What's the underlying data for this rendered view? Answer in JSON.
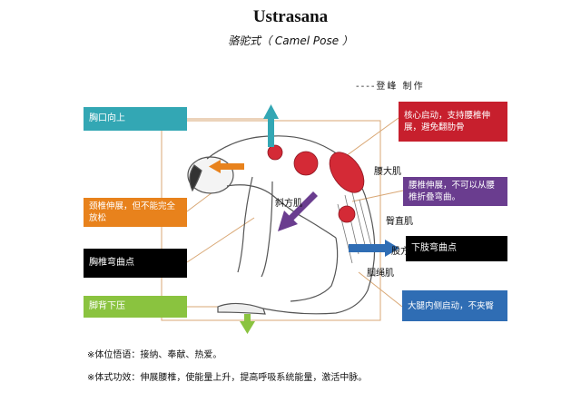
{
  "header": {
    "title": "Ustrasana",
    "subtitle": "骆驼式（ Camel Pose ）",
    "author": "----登峰 制作"
  },
  "callouts": {
    "chest_up": "胸口向上",
    "core": "核心启动，支持腰椎伸展，避免翻肋骨",
    "cervical": "颈椎伸展，但不能完全放松",
    "lumbar": "腰椎伸展，不可以从腰椎折叠弯曲。",
    "thoracic": "胸椎弯曲点",
    "lower_limb": "下肢弯曲点",
    "instep": "脚背下压",
    "thigh": "大腿内侧启动，不夹臀"
  },
  "muscles": {
    "trapezius": "斜方肌",
    "latissimus": "腰大肌",
    "gluteus": "臀直肌",
    "quadriceps": "股方",
    "sartorius": "腘绳肌"
  },
  "notes": {
    "mind": "※体位悟语：接纳、奉献、热爱。",
    "effect": "※体式功效：伸展腰椎，使能量上升，提高呼吸系统能量，激活中脉。"
  },
  "colors": {
    "teal": "#33a7b4",
    "red": "#c71f2d",
    "orange": "#e8821c",
    "purple": "#6a3d8f",
    "black": "#000000",
    "green": "#8ac33f",
    "blue": "#2f6db4",
    "frame": "#d9a774"
  }
}
